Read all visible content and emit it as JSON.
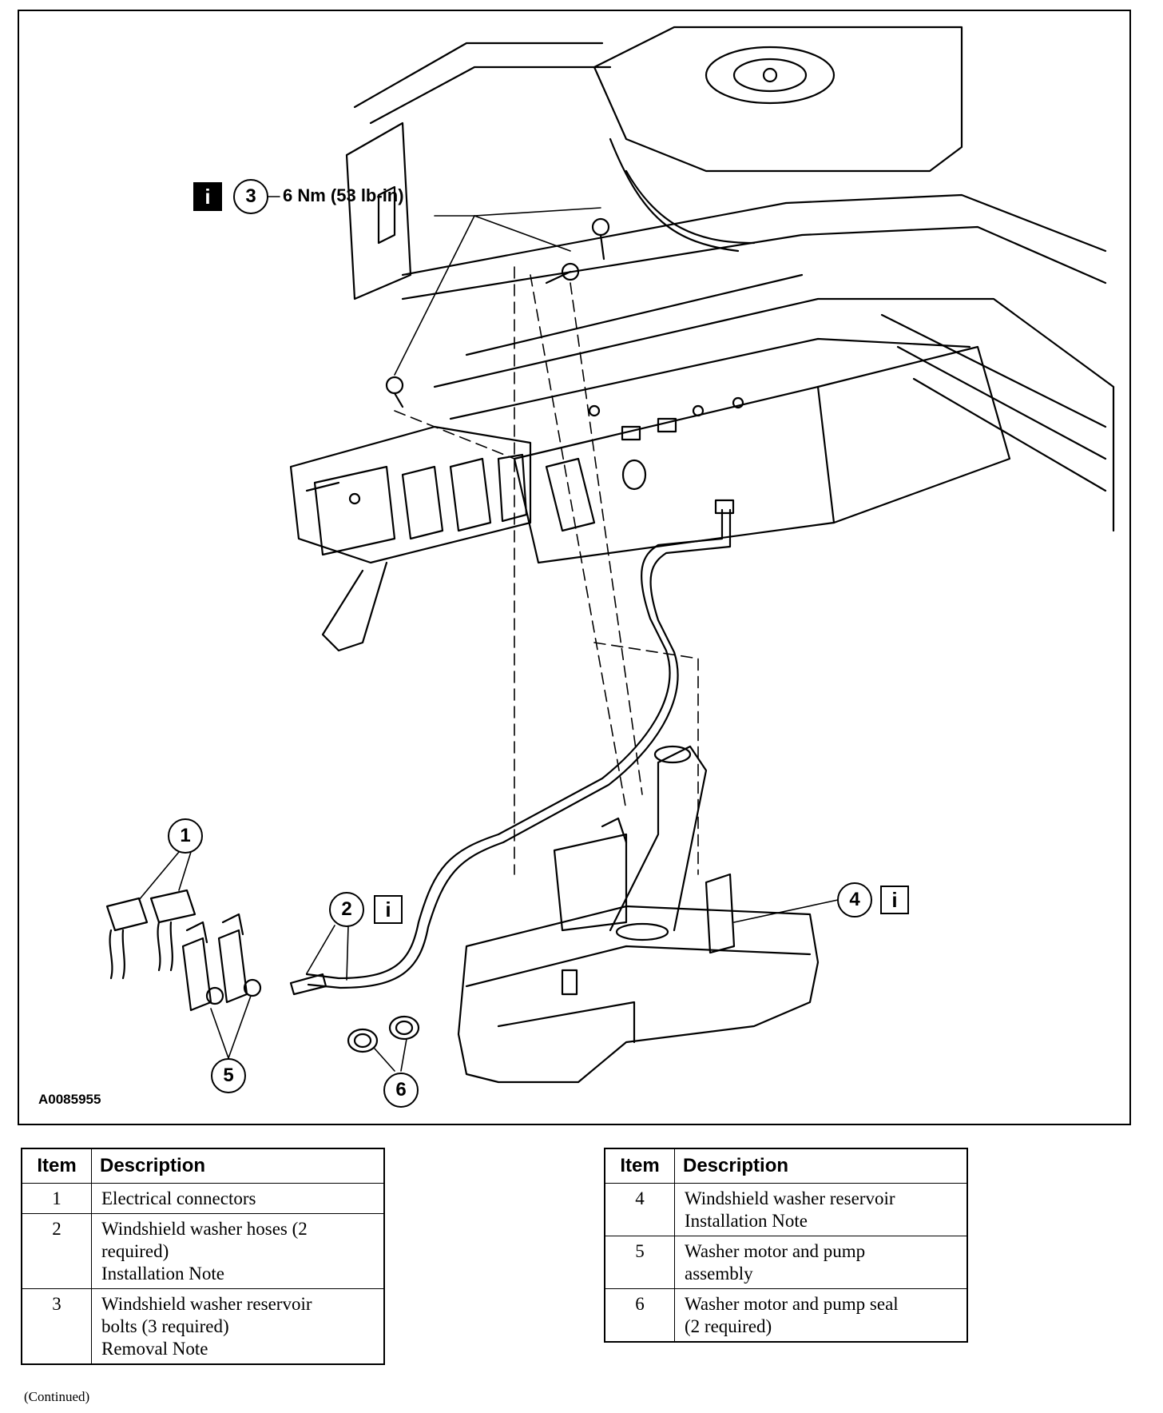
{
  "figure": {
    "id": "A0085955",
    "torque_spec": "6 Nm (53 lb-in)",
    "info_symbol": "i",
    "callouts": [
      "1",
      "2",
      "3",
      "4",
      "5",
      "6"
    ]
  },
  "tables": {
    "header_item": "Item",
    "header_description": "Description",
    "left_rows": [
      {
        "item": "1",
        "lines": [
          "Electrical connectors"
        ]
      },
      {
        "item": "2",
        "lines": [
          "Windshield washer hoses (2",
          "required)",
          "Installation Note"
        ]
      },
      {
        "item": "3",
        "lines": [
          "Windshield washer reservoir",
          "bolts (3 required)",
          "Removal Note"
        ]
      }
    ],
    "right_rows": [
      {
        "item": "4",
        "lines": [
          "Windshield washer reservoir",
          "Installation Note"
        ]
      },
      {
        "item": "5",
        "lines": [
          "Washer motor and pump",
          "assembly"
        ]
      },
      {
        "item": "6",
        "lines": [
          "Washer motor and pump seal",
          "(2 required)"
        ]
      }
    ]
  },
  "footer": {
    "continued": "(Continued)"
  }
}
